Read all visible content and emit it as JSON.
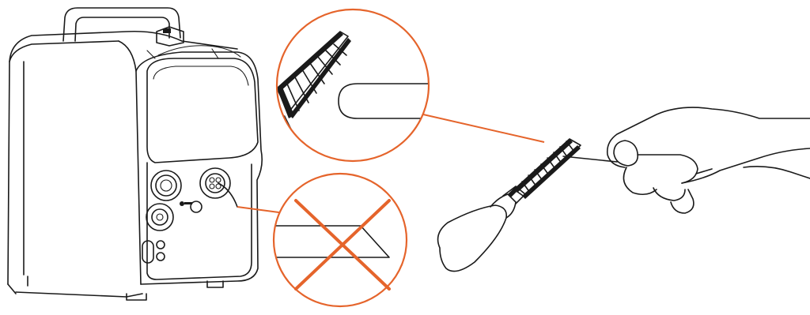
{
  "figure": {
    "subject": "wire-cutting-instruction",
    "accent_color": "#e5642b",
    "ink_color": "#1a1a1a",
    "background_color": "#ffffff"
  },
  "callouts": [
    {
      "id": "correct-cut",
      "meaning": "correct",
      "icon": "wire-with-rounded-end"
    },
    {
      "id": "incorrect-cut",
      "meaning": "incorrect",
      "icon": "x-mark-over-sharp-wire"
    }
  ],
  "icons": [
    "welder-machine",
    "file-tool",
    "hand",
    "wire",
    "x-icon"
  ]
}
